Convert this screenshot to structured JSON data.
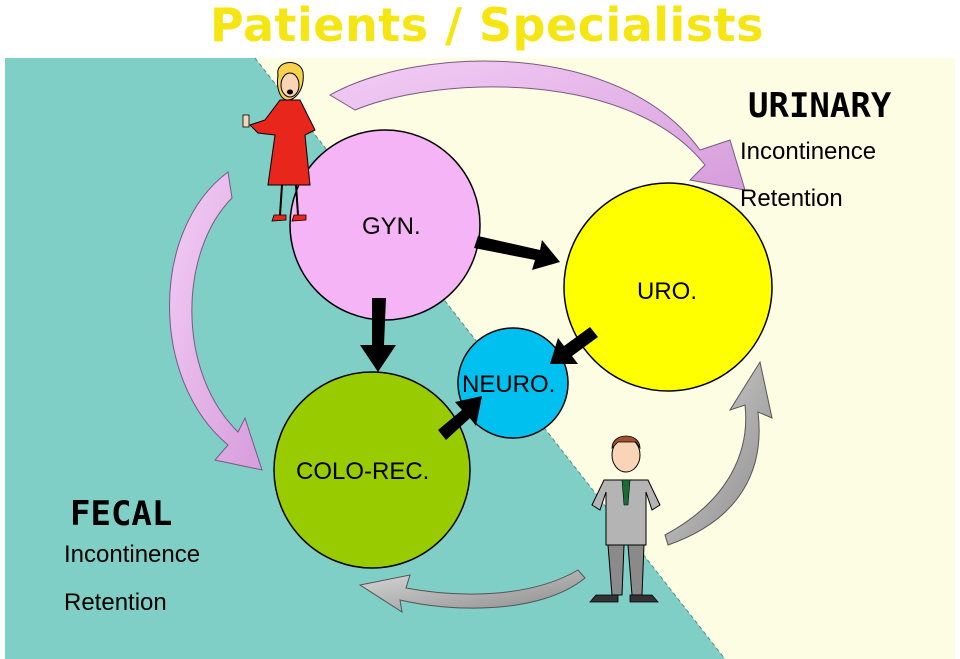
{
  "title": "Patients / Specialists",
  "nodes": {
    "gyn": "GYN.",
    "uro": "URO.",
    "neuro": "NEURO.",
    "colorec": "COLO-REC."
  },
  "urinary": {
    "heading": "URINARY",
    "items": [
      "Incontinence",
      "Retention"
    ]
  },
  "fecal": {
    "heading": "FECAL",
    "items": [
      "Incontinence",
      "Retention"
    ]
  },
  "colors": {
    "title": "#f5e613",
    "teal_region": "#7fcfc6",
    "cream_region": "#fdfde4",
    "gyn_circle": "#f5b4f5",
    "uro_circle": "#ffff00",
    "neuro_circle": "#00c0f0",
    "colorec_circle": "#99cc00",
    "pink_arrow": "#e8b8ec",
    "gray_arrow": "#a8a8a8"
  }
}
